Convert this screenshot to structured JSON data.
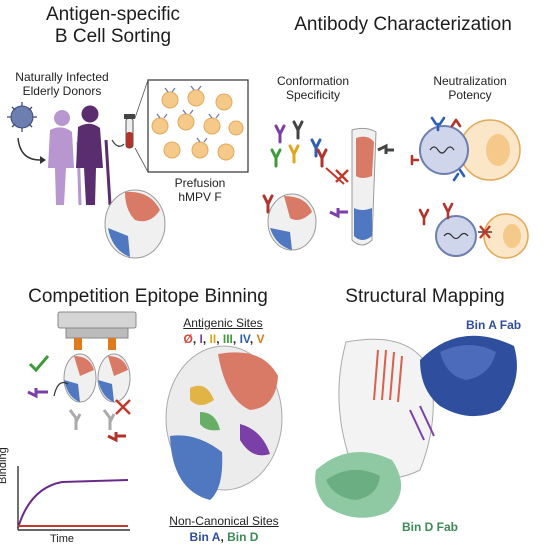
{
  "panels": {
    "sorting": {
      "title_line1": "Antigen-specific",
      "title_line2": "B Cell Sorting",
      "donors_line1": "Naturally Infected",
      "donors_line2": "Elderly Donors",
      "protein_line1": "Prefusion",
      "protein_line2": "hMPV F"
    },
    "characterization": {
      "title": "Antibody Characterization",
      "conf_line1": "Conformation",
      "conf_line2": "Specificity",
      "neut_line1": "Neutralization",
      "neut_line2": "Potency"
    },
    "binning": {
      "title": "Competition Epitope Binning",
      "antigenic_sites": "Antigenic Sites",
      "sites": [
        {
          "label": "Ø",
          "color": "#d24a3a"
        },
        {
          "label": "I",
          "color": "#7b3fa8"
        },
        {
          "label": "II",
          "color": "#e0a51b"
        },
        {
          "label": "III",
          "color": "#3e9a3a"
        },
        {
          "label": "IV",
          "color": "#2f5fb4"
        },
        {
          "label": "V",
          "color": "#e07a1a"
        }
      ],
      "non_canonical": "Non-Canonical Sites",
      "bin_a": "Bin A",
      "bin_d": "Bin D",
      "bin_a_color": "#2f4f9e",
      "bin_d_color": "#3c8a56",
      "ylabel": "Binding",
      "xlabel": "Time"
    },
    "structural": {
      "title": "Structural Mapping",
      "fab_a": "Bin A Fab",
      "fab_d": "Bin D Fab",
      "fab_a_color": "#2f4f9e",
      "fab_d_color": "#3c8a56"
    }
  },
  "colors": {
    "virus": "#6d7fb0",
    "donor_light": "#b896d0",
    "donor_dark": "#5a2e6e",
    "protein_red": "#d97a66",
    "protein_blue": "#4f78c0",
    "cell": "#f4c98a",
    "curve_purple": "#6a2a8a",
    "curve_red": "#c0392b"
  }
}
